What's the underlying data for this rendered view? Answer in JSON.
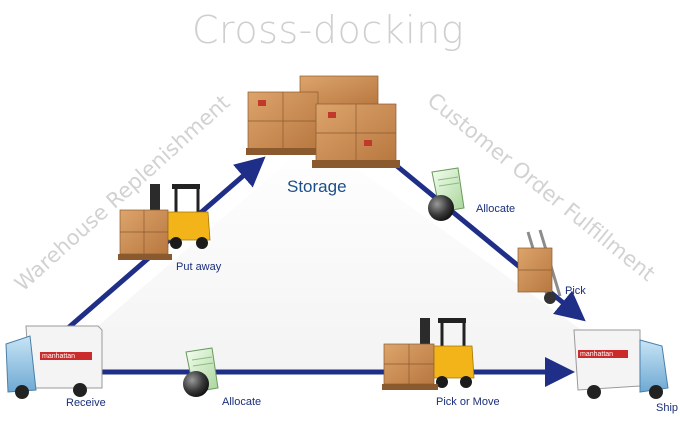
{
  "title": "Cross-docking",
  "storage_label": "Storage",
  "sides": {
    "left": "Warehouse Replenishment",
    "right": "Customer Order Fulfillment"
  },
  "labels": {
    "put_away": "Put away",
    "allocate_top": "Allocate",
    "pick": "Pick",
    "receive": "Receive",
    "allocate_bottom": "Allocate",
    "pick_or_move": "Pick or Move",
    "ship": "Ship"
  },
  "truck_text": "manhattan",
  "colors": {
    "arrow": "#1f2e86",
    "title": "#cfcfcf",
    "label": "#1a2f7a",
    "storage": "#1b4f8a",
    "box": "#c98b52",
    "forklift": "#f2b418",
    "truck_cab": "#9ccbe8"
  },
  "icons": [
    "forklift-icon",
    "cardboard-box-icon",
    "pallet-stack-icon",
    "hand-truck-icon",
    "truck-icon",
    "allocate-document-icon"
  ]
}
